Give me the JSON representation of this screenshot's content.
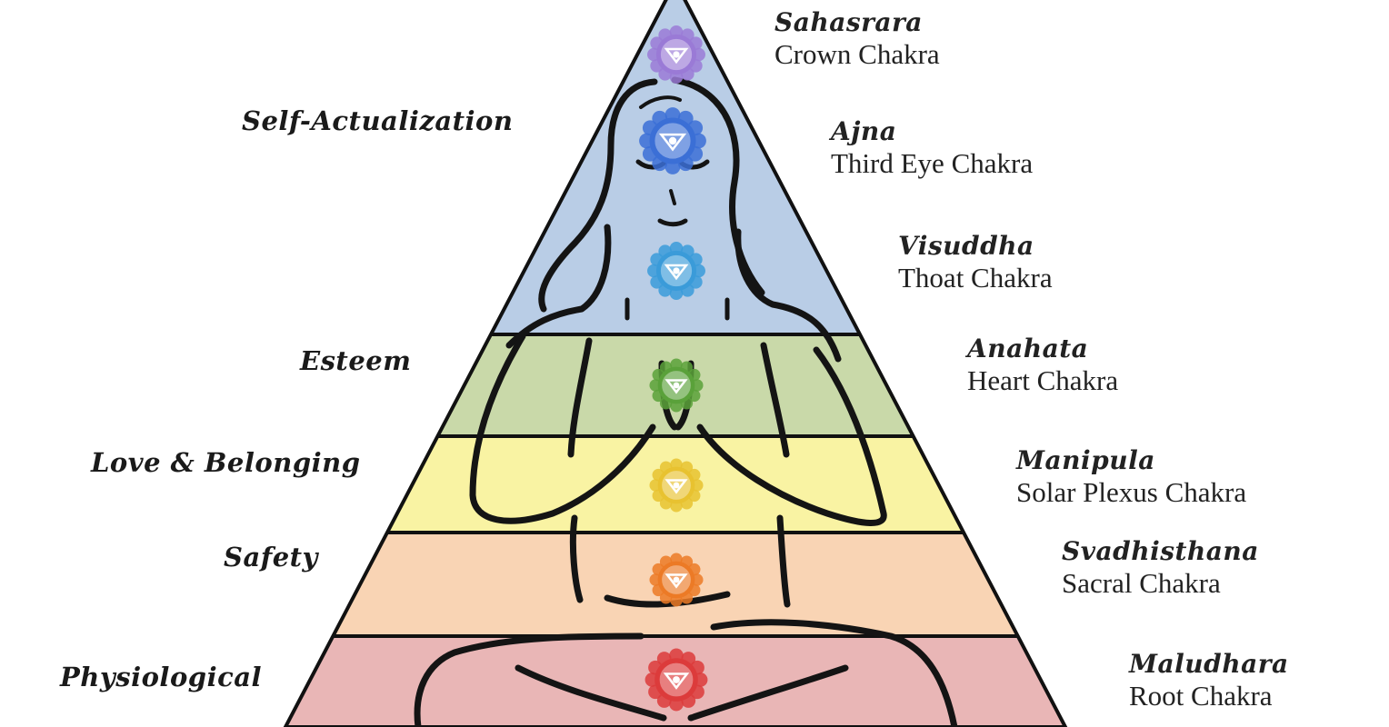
{
  "hierarchy_levels": [
    {
      "label": "Self-Actualization",
      "fill": "#b9cde6"
    },
    {
      "label": "Esteem",
      "fill": "#c9d9a9"
    },
    {
      "label": "Love & Belonging",
      "fill": "#f9f3a3"
    },
    {
      "label": "Safety",
      "fill": "#f9d4b4"
    },
    {
      "label": "Physiological",
      "fill": "#e9b6b6"
    }
  ],
  "chakras": [
    {
      "name": "Sahasrara",
      "subtitle": "Crown Chakra",
      "color": "#9a7ad6",
      "icon": "crown-chakra-icon"
    },
    {
      "name": "Ajna",
      "subtitle": "Third Eye Chakra",
      "color": "#3b6fd6",
      "icon": "third-eye-chakra-icon"
    },
    {
      "name": "Visuddha",
      "subtitle": "Thoat Chakra",
      "color": "#3a9bd9",
      "icon": "throat-chakra-icon"
    },
    {
      "name": "Anahata",
      "subtitle": "Heart Chakra",
      "color": "#5aa13a",
      "icon": "heart-chakra-icon"
    },
    {
      "name": "Manipula",
      "subtitle": "Solar Plexus Chakra",
      "color": "#e8c230",
      "icon": "solar-plexus-chakra-icon"
    },
    {
      "name": "Svadhisthana",
      "subtitle": "Sacral Chakra",
      "color": "#ec7a26",
      "icon": "sacral-chakra-icon"
    },
    {
      "name": "Maludhara",
      "subtitle": "Root Chakra",
      "color": "#dc3b3b",
      "icon": "root-chakra-icon"
    }
  ]
}
